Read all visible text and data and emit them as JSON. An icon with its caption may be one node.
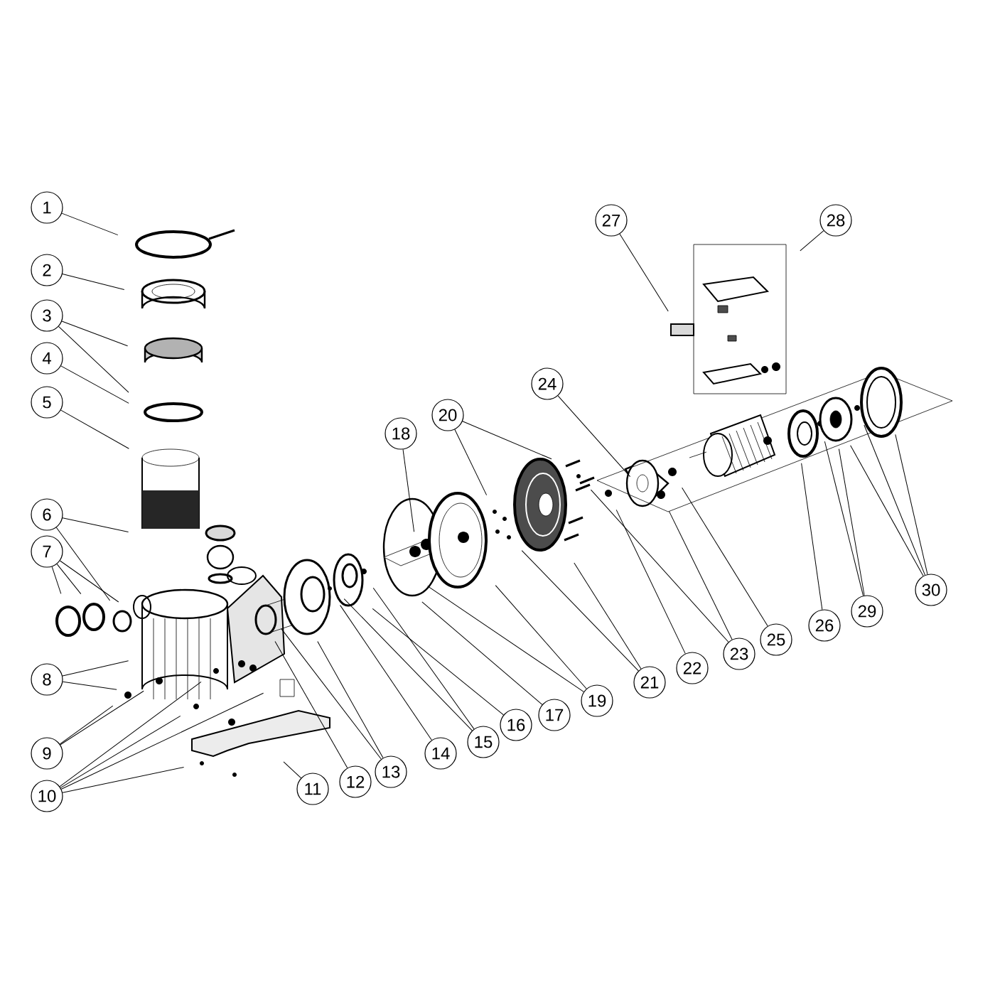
{
  "diagram": {
    "nodes": [
      {
        "text": [
          "1"
        ]
      },
      {
        "text": [
          "2"
        ]
      },
      {
        "text": [
          "3"
        ]
      },
      {
        "text": [
          "4"
        ]
      },
      {
        "text": [
          "5"
        ]
      },
      {
        "text": [
          "6"
        ]
      },
      {
        "text": [
          "7"
        ]
      },
      {
        "text": [
          "8"
        ]
      },
      {
        "text": [
          "9"
        ]
      },
      {
        "text": [
          "10"
        ]
      },
      {
        "text": [
          "11"
        ]
      },
      {
        "text": [
          "12"
        ]
      },
      {
        "text": [
          "13"
        ]
      },
      {
        "text": [
          "14"
        ]
      },
      {
        "text": [
          "15"
        ]
      },
      {
        "text": [
          "16"
        ]
      },
      {
        "text": [
          "17"
        ]
      },
      {
        "text": [
          "18"
        ]
      },
      {
        "text": [
          "19"
        ]
      },
      {
        "text": [
          "20"
        ]
      },
      {
        "text": [
          "21"
        ]
      },
      {
        "text": [
          "22"
        ]
      },
      {
        "text": [
          "23"
        ]
      },
      {
        "text": [
          "24"
        ]
      },
      {
        "text": [
          "25"
        ]
      },
      {
        "text": [
          "26"
        ]
      },
      {
        "text": [
          "27"
        ]
      },
      {
        "text": [
          "28"
        ]
      },
      {
        "text": [
          "29"
        ]
      },
      {
        "text": [
          "30"
        ]
      }
    ],
    "edges": [
      {
        "from": 0,
        "to": null,
        "arrow": "none"
      },
      {
        "from": 1,
        "to": null,
        "arrow": "none"
      },
      {
        "from": 2,
        "to": null,
        "arrow": "none"
      },
      {
        "from": 2,
        "to": null,
        "arrow": "none"
      },
      {
        "from": 3,
        "to": null,
        "arrow": "none"
      },
      {
        "from": 4,
        "to": null,
        "arrow": "none"
      },
      {
        "from": 5,
        "to": null,
        "arrow": "none"
      },
      {
        "from": 5,
        "to": null,
        "arrow": "none"
      },
      {
        "from": 6,
        "to": null,
        "arrow": "none"
      },
      {
        "from": 6,
        "to": null,
        "arrow": "none"
      },
      {
        "from": 6,
        "to": null,
        "arrow": "none"
      },
      {
        "from": 7,
        "to": null,
        "arrow": "none"
      },
      {
        "from": 7,
        "to": null,
        "arrow": "none"
      },
      {
        "from": 8,
        "to": null,
        "arrow": "none"
      },
      {
        "from": 8,
        "to": null,
        "arrow": "none"
      },
      {
        "from": 9,
        "to": null,
        "arrow": "none"
      },
      {
        "from": 9,
        "to": null,
        "arrow": "none"
      },
      {
        "from": 9,
        "to": null,
        "arrow": "none"
      },
      {
        "from": 9,
        "to": null,
        "arrow": "none"
      },
      {
        "from": 10,
        "to": null,
        "arrow": "none"
      },
      {
        "from": 11,
        "to": null,
        "arrow": "none"
      },
      {
        "from": 12,
        "to": null,
        "arrow": "none"
      },
      {
        "from": 12,
        "to": null,
        "arrow": "none"
      },
      {
        "from": 13,
        "to": null,
        "arrow": "none"
      },
      {
        "from": 14,
        "to": null,
        "arrow": "none"
      },
      {
        "from": 14,
        "to": null,
        "arrow": "none"
      },
      {
        "from": 15,
        "to": null,
        "arrow": "none"
      },
      {
        "from": 16,
        "to": null,
        "arrow": "none"
      },
      {
        "from": 17,
        "to": null,
        "arrow": "none"
      },
      {
        "from": 18,
        "to": null,
        "arrow": "none"
      },
      {
        "from": 18,
        "to": null,
        "arrow": "none"
      },
      {
        "from": 19,
        "to": null,
        "arrow": "none"
      },
      {
        "from": 19,
        "to": null,
        "arrow": "none"
      },
      {
        "from": 20,
        "to": null,
        "arrow": "none"
      },
      {
        "from": 20,
        "to": null,
        "arrow": "none"
      },
      {
        "from": 21,
        "to": null,
        "arrow": "none"
      },
      {
        "from": 22,
        "to": null,
        "arrow": "none"
      },
      {
        "from": 22,
        "to": null,
        "arrow": "none"
      },
      {
        "from": 23,
        "to": null,
        "arrow": "none"
      },
      {
        "from": 24,
        "to": null,
        "arrow": "none"
      },
      {
        "from": 25,
        "to": null,
        "arrow": "none"
      },
      {
        "from": 26,
        "to": null,
        "arrow": "none"
      },
      {
        "from": 27,
        "to": null,
        "arrow": "none"
      },
      {
        "from": 28,
        "to": null,
        "arrow": "none"
      },
      {
        "from": 28,
        "to": null,
        "arrow": "none"
      },
      {
        "from": 29,
        "to": null,
        "arrow": "none"
      },
      {
        "from": 29,
        "to": null,
        "arrow": "none"
      },
      {
        "from": 29,
        "to": null,
        "arrow": "none"
      }
    ]
  }
}
